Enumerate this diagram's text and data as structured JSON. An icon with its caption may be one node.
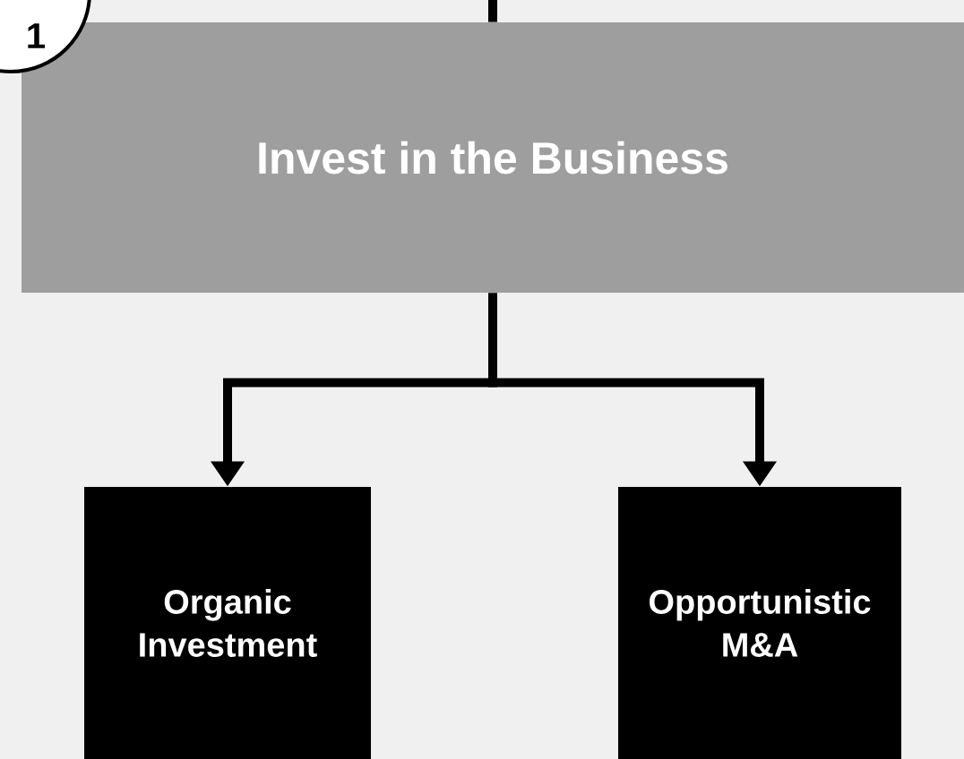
{
  "diagram": {
    "nodes": [
      {
        "text": [
          "1"
        ]
      },
      {
        "text": [
          "Invest in the Business"
        ]
      },
      {
        "text": [
          "Organic Investment"
        ]
      },
      {
        "text": [
          "Opportunistic M&A"
        ]
      }
    ],
    "edges": [
      {
        "from": null,
        "to": 1,
        "arrow": "none"
      },
      {
        "from": 1,
        "to": 2,
        "arrow": "to"
      },
      {
        "from": 1,
        "to": 3,
        "arrow": "to"
      }
    ]
  }
}
